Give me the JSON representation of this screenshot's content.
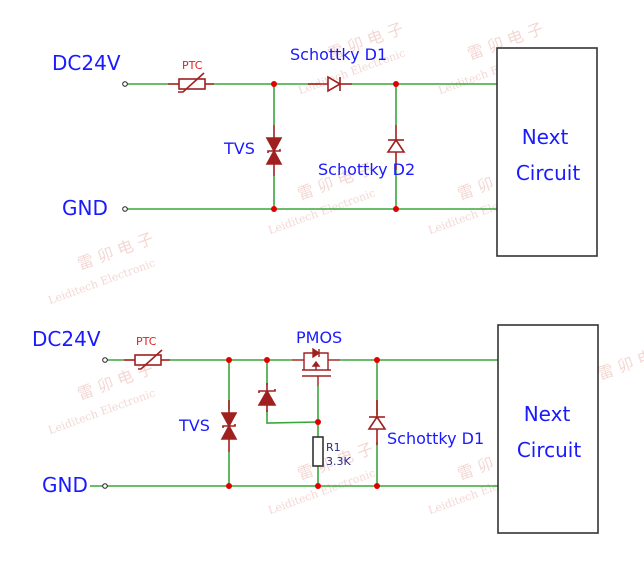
{
  "watermark": {
    "cn_text": "雷 卯 电 子",
    "en_text": "Leiditech Electronic"
  },
  "colors": {
    "wire": "#3aa63a",
    "component": "#a02020",
    "junction": "#e00000",
    "label": "#1a1aff",
    "ptc_label": "#e02020",
    "box": "#333333"
  },
  "circuit1": {
    "input_label": "DC24V",
    "ground_label": "GND",
    "ptc_label": "PTC",
    "tvs_label": "TVS",
    "d1_label": "Schottky D1",
    "d2_label": "Schottky D2",
    "box_line1": "Next",
    "box_line2": "Circuit"
  },
  "circuit2": {
    "input_label": "DC24V",
    "ground_label": "GND",
    "ptc_label": "PTC",
    "tvs_label": "TVS",
    "pmos_label": "PMOS",
    "r1_name": "R1",
    "r1_value": "3.3K",
    "d1_label": "Schottky D1",
    "box_line1": "Next",
    "box_line2": "Circuit"
  }
}
